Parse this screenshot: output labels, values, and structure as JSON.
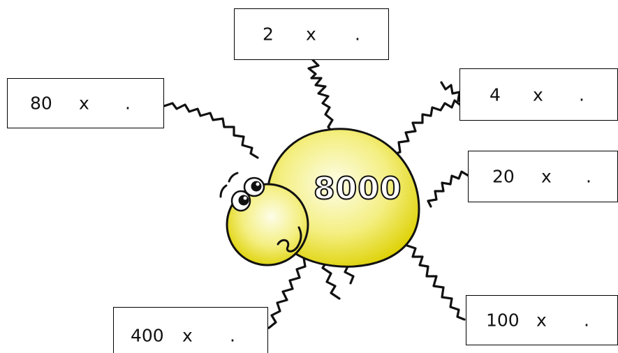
{
  "center": {
    "number": "8000"
  },
  "boxes": {
    "top": {
      "a": "2",
      "x": "x",
      "dot": "."
    },
    "left": {
      "a": "80",
      "x": "x",
      "dot": "."
    },
    "right_top": {
      "a": "4",
      "x": "x",
      "dot": "."
    },
    "right_mid": {
      "a": "20",
      "x": "x",
      "dot": "."
    },
    "bottom_left": {
      "a": "400",
      "x": "x",
      "dot": "."
    },
    "bottom_right": {
      "a": "100",
      "x": "x",
      "dot": "."
    }
  },
  "colors": {
    "body_light": "#fbfbe0",
    "body_mid": "#f3ee77",
    "body_dark": "#e0d400",
    "outline": "#111111"
  }
}
